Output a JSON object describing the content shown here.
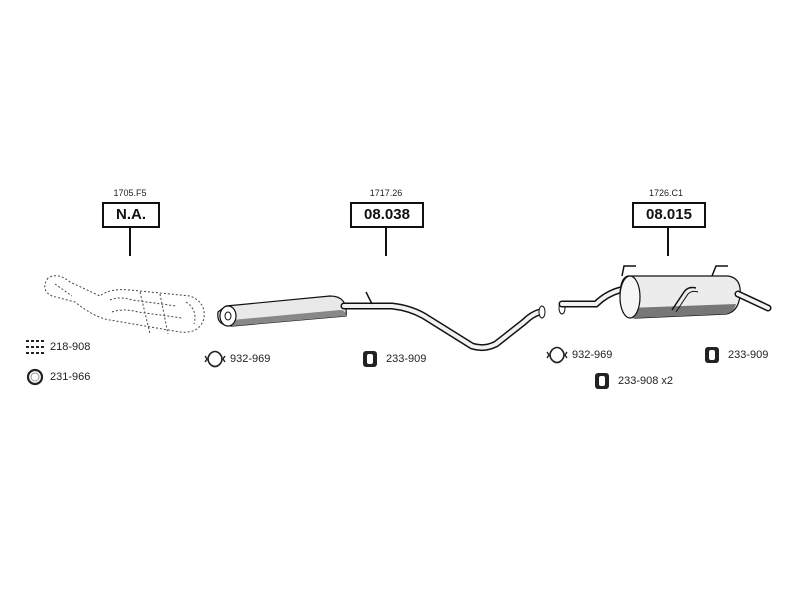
{
  "sections": [
    {
      "ref": "1705.F5",
      "part": "N.A.",
      "accessories": [
        {
          "icon": "bolt-set-icon",
          "label": "218-908"
        },
        {
          "icon": "gasket-ring-icon",
          "label": "231-966"
        }
      ]
    },
    {
      "ref": "1717.26",
      "part": "08.038",
      "accessories": [
        {
          "icon": "clamp-icon",
          "label": "932-969"
        },
        {
          "icon": "rubber-hanger-icon",
          "label": "233-909"
        }
      ]
    },
    {
      "ref": "1726.C1",
      "part": "08.015",
      "accessories": [
        {
          "icon": "clamp-icon",
          "label": "932-969"
        },
        {
          "icon": "rubber-hanger-icon",
          "label": "233-909"
        },
        {
          "icon": "rubber-hanger-icon",
          "label": "233-908 x2"
        }
      ]
    }
  ],
  "colors": {
    "line": "#111111",
    "fill": "#f2f2f2",
    "shade": "#555555"
  }
}
